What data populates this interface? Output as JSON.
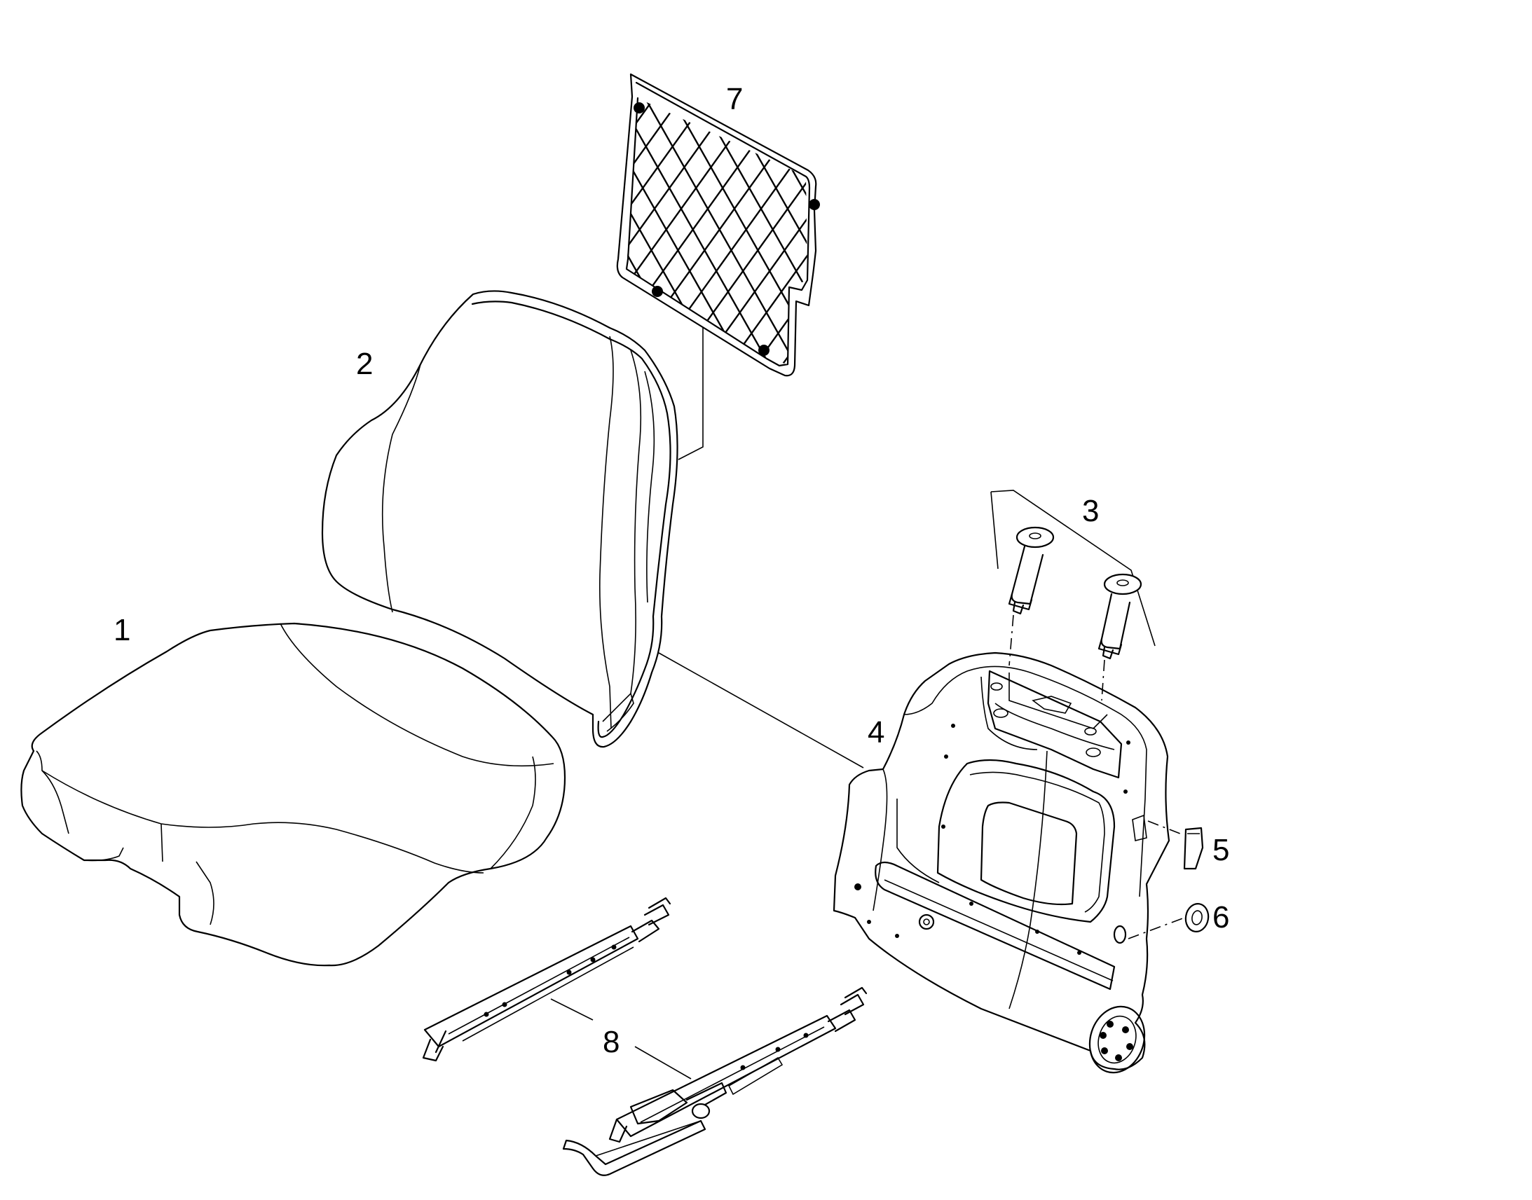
{
  "diagram": {
    "callouts": [
      {
        "id": "1",
        "text": "1"
      },
      {
        "id": "2",
        "text": "2"
      },
      {
        "id": "3",
        "text": "3"
      },
      {
        "id": "4",
        "text": "4"
      },
      {
        "id": "5",
        "text": "5"
      },
      {
        "id": "6",
        "text": "6"
      },
      {
        "id": "7",
        "text": "7"
      },
      {
        "id": "8",
        "text": "8"
      }
    ],
    "parts": [
      {
        "callout": "1",
        "depicts": "seat-cushion"
      },
      {
        "callout": "2",
        "depicts": "backrest-cushion"
      },
      {
        "callout": "3",
        "depicts": "headrest-guide-pins"
      },
      {
        "callout": "4",
        "depicts": "backrest-frame"
      },
      {
        "callout": "5",
        "depicts": "clip"
      },
      {
        "callout": "6",
        "depicts": "washer"
      },
      {
        "callout": "7",
        "depicts": "suspension-mat"
      },
      {
        "callout": "8",
        "depicts": "seat-rails"
      }
    ],
    "colors": {
      "line": "#000000",
      "background": "#ffffff"
    }
  }
}
